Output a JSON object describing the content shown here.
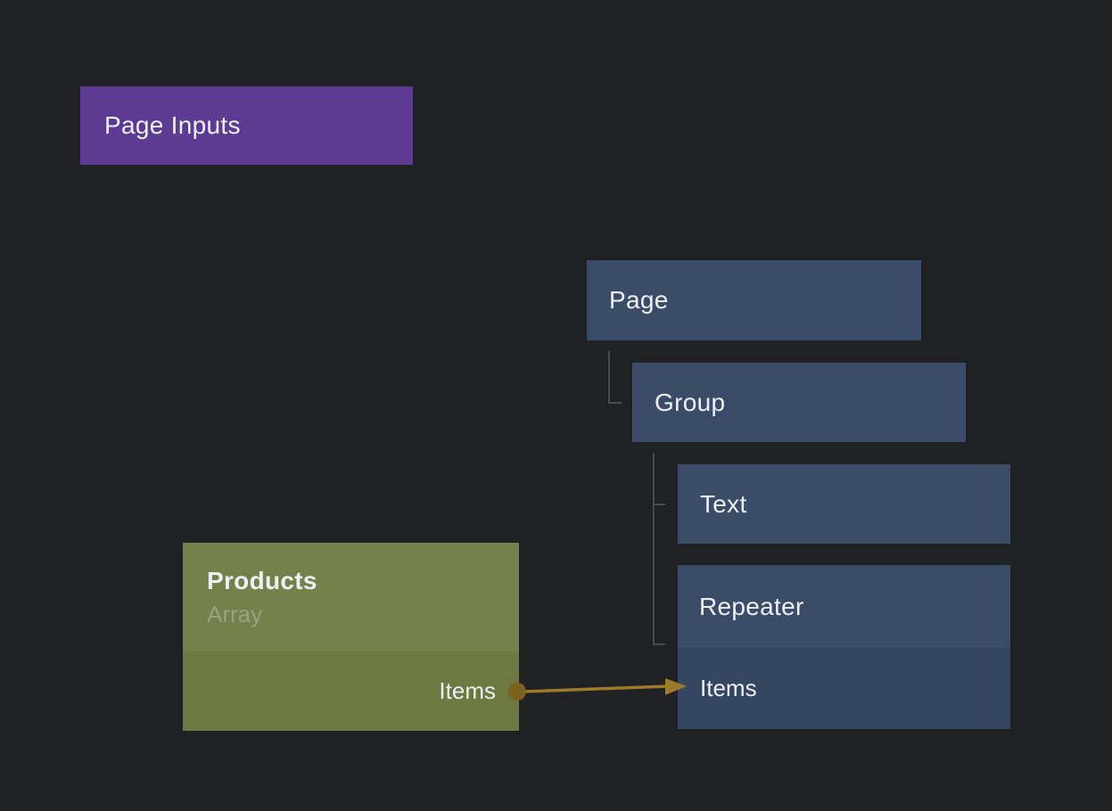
{
  "colors": {
    "background": "#202122",
    "node_purple": "#5c3c92",
    "node_blue": "#3b4c68",
    "node_blue_row": "#354662",
    "node_green_header": "#75814a",
    "node_green_body": "#6c7941",
    "tree_line": "#4a4a4a",
    "wire_gold": "#9d7b2b",
    "port_gold": "#7d611f",
    "text_primary": "#eef0f4",
    "text_muted": "#99a083"
  },
  "nodes": {
    "page_inputs": {
      "title": "Page Inputs"
    },
    "page": {
      "title": "Page"
    },
    "group": {
      "title": "Group"
    },
    "text": {
      "title": "Text"
    },
    "repeater": {
      "title": "Repeater",
      "input_port_label": "Items"
    },
    "products": {
      "title": "Products",
      "subtitle": "Array",
      "output_port_label": "Items"
    }
  }
}
